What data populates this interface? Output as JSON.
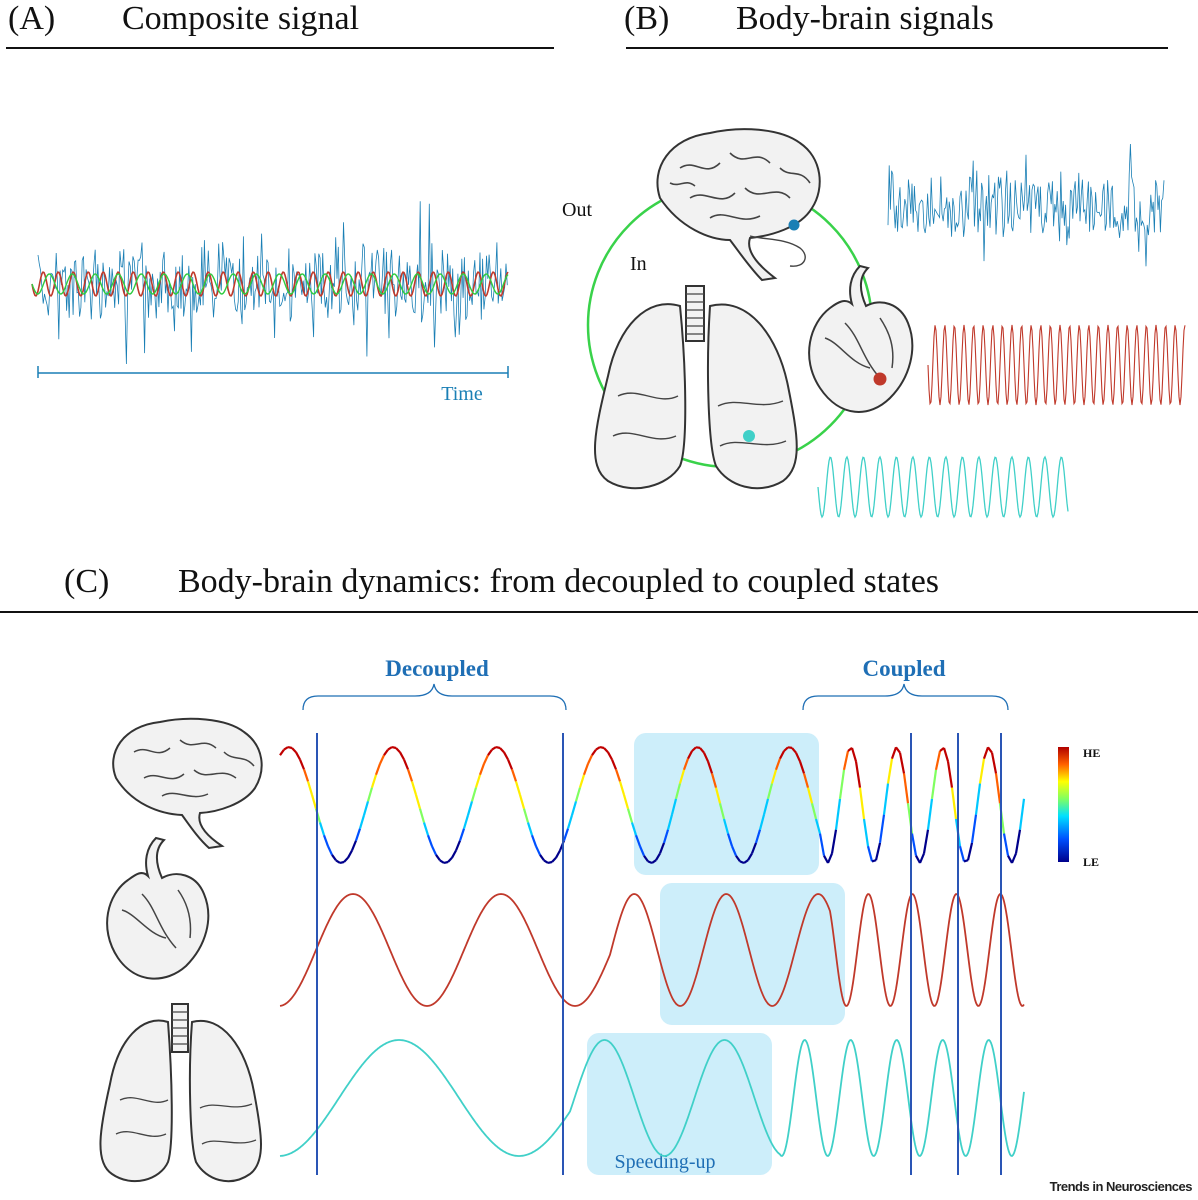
{
  "panel_a": {
    "letter": "(A)",
    "title": "Composite signal",
    "time_label": "Time"
  },
  "panel_b": {
    "letter": "(B)",
    "title": "Body-brain signals",
    "out_label": "Out",
    "in_label": "In"
  },
  "panel_c": {
    "letter": "(C)",
    "title": "Body-brain dynamics: from decoupled to coupled states",
    "decoupled_label": "Decoupled",
    "coupled_label": "Coupled",
    "speeding_label": "Speeding-up",
    "colorbar_high": "HE",
    "colorbar_low": "LE"
  },
  "colors": {
    "brain": "#1a7fb5",
    "heart": "#c0392b",
    "lungs": "#40d0c8",
    "loop": "#2ecc40",
    "accent_text": "#1f6fb5",
    "highlight": "#cdeefa",
    "marker_line": "#2a55b5"
  },
  "icons": [
    "brain-icon",
    "heart-icon",
    "lungs-icon"
  ],
  "credit": "Trends in Neurosciences"
}
